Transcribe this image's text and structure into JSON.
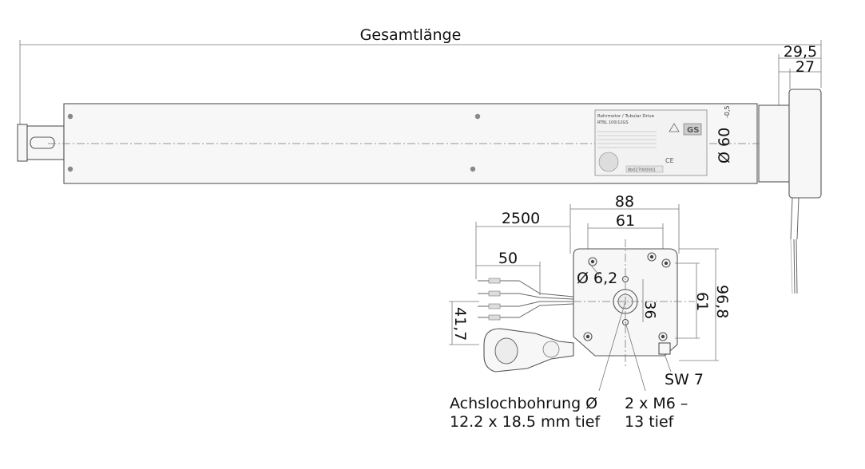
{
  "drawing": {
    "overall_length_label": "Gesamtlänge",
    "flange_outer_dim": "29,5",
    "flange_inner_dim": "27",
    "tube_diameter_label": "Ø 60",
    "tube_diameter_tolerance": "-0,5",
    "type_plate": {
      "line1": "Rohrmotor / Tubular Drive",
      "line2": "RTBL 100/12GS",
      "serial": "8b027000001"
    }
  },
  "head_view": {
    "width_outer": "88",
    "width_inner": "61",
    "height_outer": "96,8",
    "height_inner": "61",
    "center_offset": "36",
    "cable_length": "2500",
    "cable_strip_length": "50",
    "plug_height": "41,7",
    "hole_diameter": "Ø 6,2",
    "wrench_size": "SW 7",
    "axle_hole_line1": "Achslochbohrung Ø",
    "axle_hole_line2": "12.2 x 18.5 mm tief",
    "thread_line1": "2 x M6 –",
    "thread_line2": "13 tief"
  }
}
